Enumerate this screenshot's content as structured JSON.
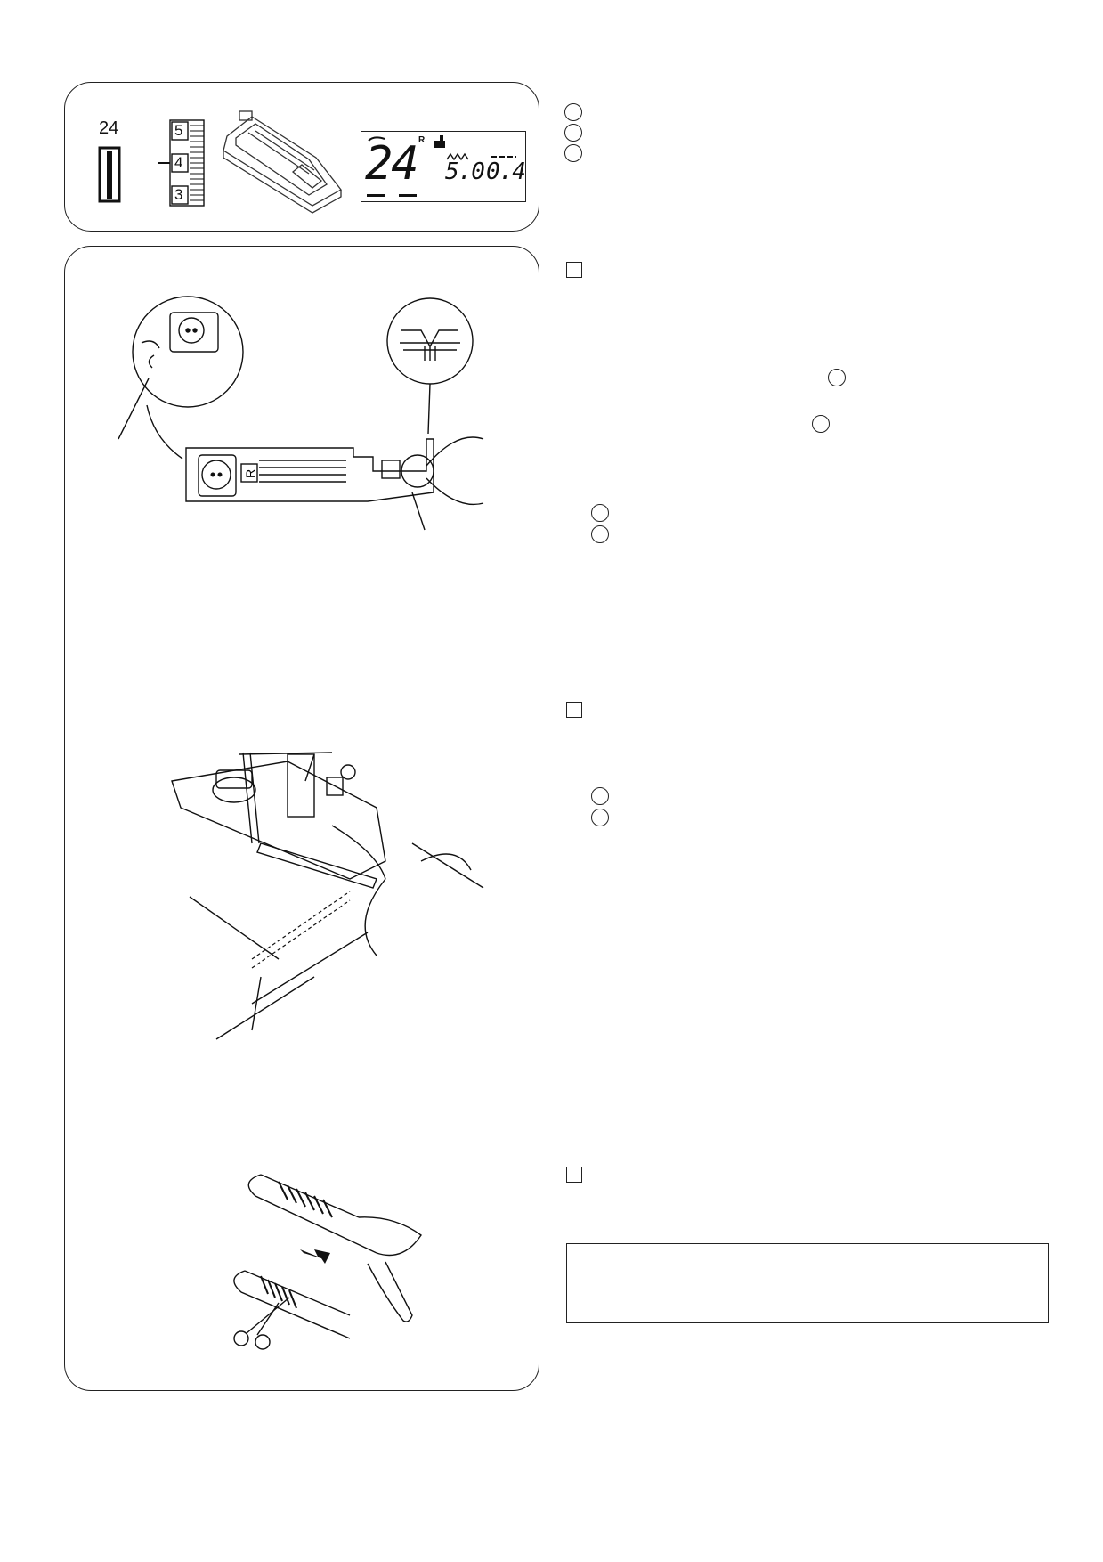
{
  "top_panel": {
    "pattern_number": "24",
    "tension_dial": [
      "5",
      "4",
      "3"
    ],
    "lcd": {
      "pattern": "24",
      "indicator": "R",
      "stitch_width": "5.0",
      "stitch_length": "0.4"
    }
  },
  "main_panel": {
    "presser_foot_label": "R"
  }
}
